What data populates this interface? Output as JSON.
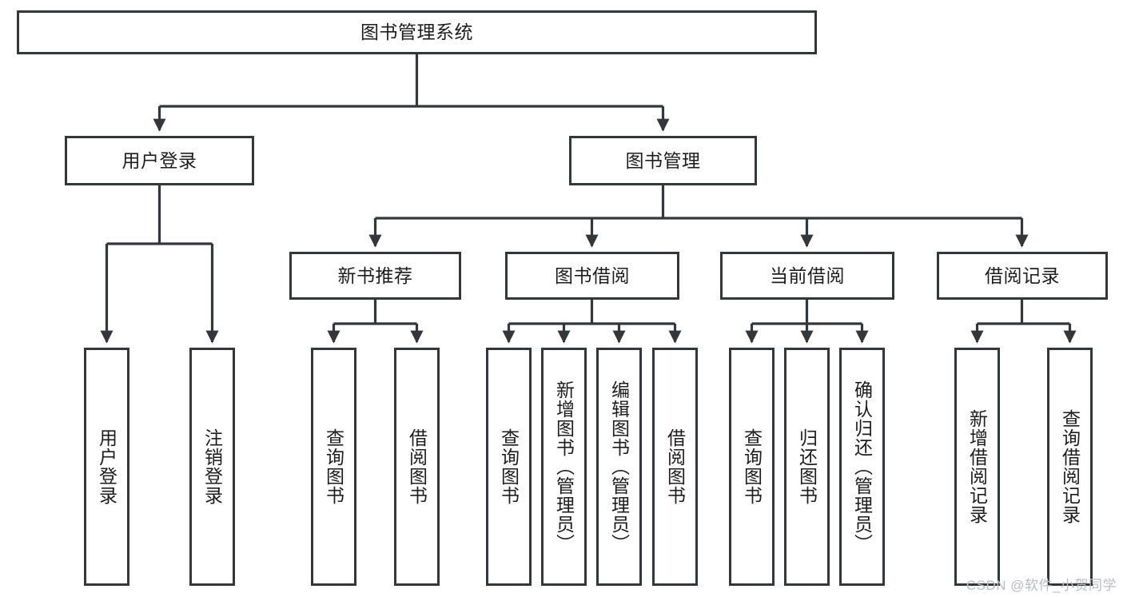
{
  "diagram": {
    "title": "图书管理系统",
    "type": "tree-hierarchy",
    "root": {
      "label": "图书管理系统"
    },
    "level2": [
      {
        "label": "用户登录"
      },
      {
        "label": "图书管理"
      }
    ],
    "level3": [
      {
        "label": "新书推荐"
      },
      {
        "label": "图书借阅"
      },
      {
        "label": "当前借阅"
      },
      {
        "label": "借阅记录"
      }
    ],
    "leaves": {
      "user_login": [
        {
          "label": "用户登录"
        },
        {
          "label": "注销登录"
        }
      ],
      "new_book_recommend": [
        {
          "label": "查询图书"
        },
        {
          "label": "借阅图书"
        }
      ],
      "book_borrow": [
        {
          "label": "查询图书"
        },
        {
          "label": "新增图书（管理员）"
        },
        {
          "label": "编辑图书（管理员）"
        },
        {
          "label": "借阅图书"
        }
      ],
      "current_borrow": [
        {
          "label": "查询图书"
        },
        {
          "label": "归还图书"
        },
        {
          "label": "确认归还（管理员）"
        }
      ],
      "borrow_record": [
        {
          "label": "新增借阅记录"
        },
        {
          "label": "查询借阅记录"
        }
      ]
    }
  },
  "watermark": {
    "text": "CSDN @软件_小贺同学"
  },
  "colors": {
    "stroke": "#33363b",
    "text": "#1d1d1d",
    "background": "#ffffff",
    "watermark": "#b9bcc1"
  }
}
